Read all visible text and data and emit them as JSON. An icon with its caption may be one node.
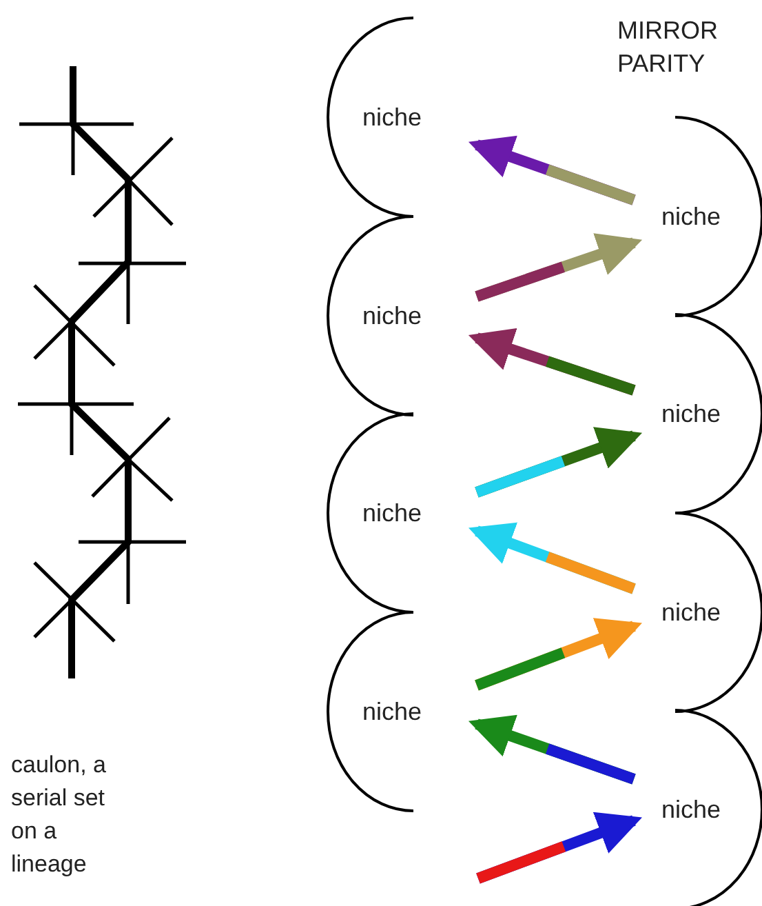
{
  "diagram": {
    "nodes": [
      {
        "text": [
          "niche"
        ]
      },
      {
        "text": [
          "niche"
        ]
      },
      {
        "text": [
          "niche"
        ]
      },
      {
        "text": [
          "niche"
        ]
      },
      {
        "text": [
          "niche"
        ]
      },
      {
        "text": [
          "niche"
        ]
      },
      {
        "text": [
          "niche"
        ]
      },
      {
        "text": [
          "niche"
        ]
      }
    ],
    "edges": [
      {
        "from": null,
        "to": 7,
        "arrow": "to",
        "color": "#1a1ad2"
      },
      {
        "from": 7,
        "to": 6,
        "arrow": "to",
        "color": "#1a8a1a"
      },
      {
        "from": 6,
        "to": 5,
        "arrow": "to",
        "color": "#f5961e"
      },
      {
        "from": 5,
        "to": 4,
        "arrow": "to",
        "color": "#22d2ee"
      },
      {
        "from": 4,
        "to": 3,
        "arrow": "to",
        "color": "#2e6b10"
      },
      {
        "from": 3,
        "to": 2,
        "arrow": "to",
        "color": "#8a2a5a"
      },
      {
        "from": 2,
        "to": 1,
        "arrow": "to",
        "color": "#9a9a66"
      },
      {
        "from": 1,
        "to": 0,
        "arrow": "to",
        "color": "#6a1aaa"
      }
    ],
    "labels": [
      "MIRROR PARITY",
      "caulon, a serial set on a lineage"
    ]
  }
}
